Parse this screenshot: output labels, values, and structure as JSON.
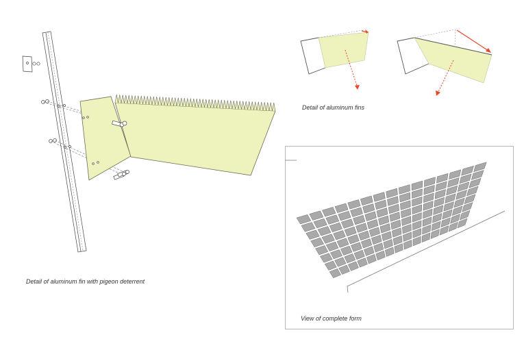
{
  "captions": {
    "fin_detail": "Detail of aluminum fin with pigeon deterrent",
    "fins": "Detail of aluminum fins",
    "complete_form": "View of complete form"
  },
  "colors": {
    "fin_fill": "#eef2bd",
    "fin_stroke": "#6b6b55",
    "arrow": "#e8462a",
    "form_fill": "#a9a9a9",
    "line": "#555555"
  },
  "complete_form": {
    "columns": 15,
    "rows": 8
  },
  "deterrent": {
    "spike_count": 52
  }
}
